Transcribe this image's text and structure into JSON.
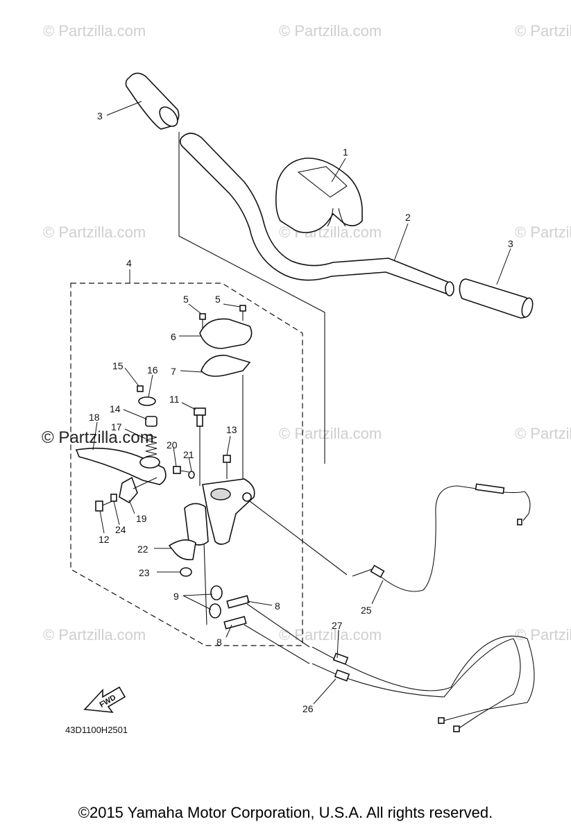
{
  "watermarks": {
    "light": "© Partzilla.com",
    "strong": "© Partzilla.com"
  },
  "callouts": {
    "c1": "1",
    "c2": "2",
    "c3a": "3",
    "c3b": "3",
    "c4": "4",
    "c5a": "5",
    "c5b": "5",
    "c6": "6",
    "c7": "7",
    "c8a": "8",
    "c8b": "8",
    "c9": "9",
    "c11": "11",
    "c12": "12",
    "c13": "13",
    "c14": "14",
    "c15": "15",
    "c16": "16",
    "c17": "17",
    "c18": "18",
    "c19": "19",
    "c20": "20",
    "c21": "21",
    "c22": "22",
    "c23": "23",
    "c24": "24",
    "c25": "25",
    "c26": "26",
    "c27": "27"
  },
  "fwd_label": "FWD",
  "diagram_code": "43D1100H2501",
  "copyright": "©2015 Yamaha Motor Corporation, U.S.A. All rights reserved.",
  "colors": {
    "ink": "#111111",
    "watermark": "#cfcfcf"
  }
}
